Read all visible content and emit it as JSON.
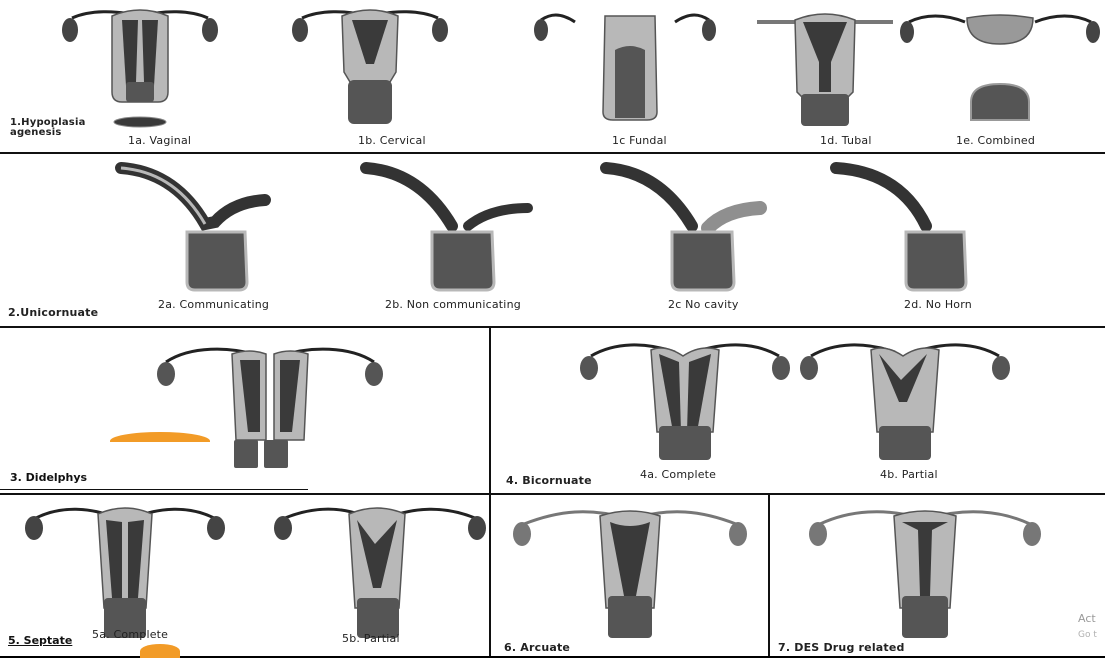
{
  "row1": {
    "group_label": [
      "1.Hypoplasia",
      "agenesis"
    ],
    "items": [
      {
        "label": "1a. Vaginal"
      },
      {
        "label": "1b. Cervical"
      },
      {
        "label": "1c Fundal"
      },
      {
        "label": "1d. Tubal"
      },
      {
        "label": "1e. Combined"
      }
    ]
  },
  "row2": {
    "group_label": "2.Unicornuate",
    "items": [
      {
        "label": "2a. Communicating"
      },
      {
        "label": "2b. Non communicating"
      },
      {
        "label": "2c No cavity"
      },
      {
        "label": "2d. No Horn"
      }
    ]
  },
  "row3": {
    "didelphys_label": "3. Didelphys",
    "bicornuate_label": "4. Bicornuate",
    "items": [
      {
        "label": "4a. Complete"
      },
      {
        "label": "4b. Partial"
      }
    ]
  },
  "row4": {
    "septate_label": "5. Septate",
    "items": [
      {
        "label": "5a. Complete"
      },
      {
        "label": "5b. Partial"
      }
    ],
    "arcuate_label": "6. Arcuate",
    "des_label": "7. DES Drug related"
  },
  "watermark": {
    "line1": "Act",
    "line2": "Go t"
  },
  "colors": {
    "dark": "#3a3a3a",
    "mid": "#6a6a6a",
    "light": "#b8b8b8",
    "accent": "#f29b27"
  }
}
